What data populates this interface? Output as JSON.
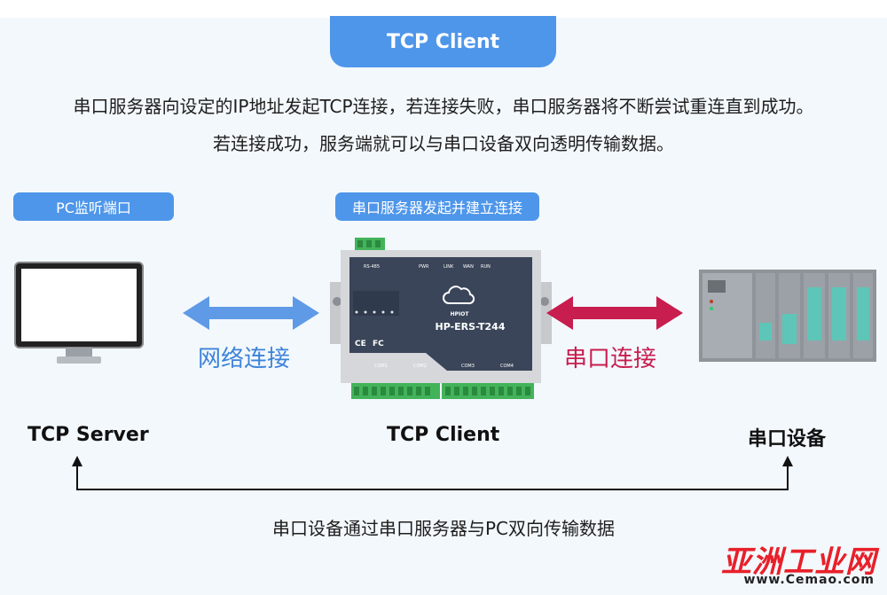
{
  "header": {
    "title": "TCP Client"
  },
  "description": {
    "line1": "串口服务器向设定的IP地址发起TCP连接，若连接失败，串口服务器将不断尝试重连直到成功。",
    "line2": "若连接成功，服务端就可以与串口设备双向透明传输数据。"
  },
  "left": {
    "pill": "PC监听端口",
    "label": "TCP Server",
    "connection": "网络连接"
  },
  "center": {
    "pill": "串口服务器发起并建立连接",
    "label": "TCP Client",
    "device": {
      "brand": "HPIOT",
      "model": "HP-ERS-T244",
      "ports": [
        "COM1",
        "COM2",
        "COM3",
        "COM4"
      ]
    }
  },
  "right": {
    "label": "串口设备",
    "connection": "串口连接"
  },
  "footer": {
    "text": "串口设备通过串口服务器与PC双向传输数据"
  },
  "watermark": {
    "name": "亚洲工业网",
    "url": "www.Cemao.com"
  },
  "colors": {
    "accent": "#4e96ea",
    "network_arrow": "#5f9ae6",
    "serial_arrow": "#c81d4f"
  }
}
